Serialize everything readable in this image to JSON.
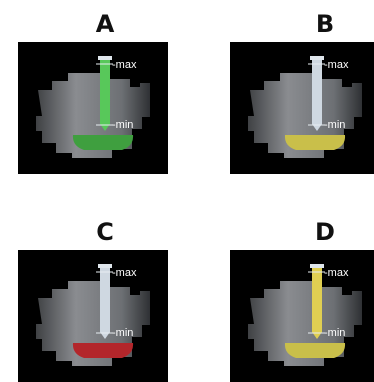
{
  "panels": [
    {
      "letter": "A",
      "dipstick_color": "#58c85a",
      "oil_color": "#3f9f3f",
      "labels": {
        "max": "-max",
        "min": "-min"
      }
    },
    {
      "letter": "B",
      "dipstick_color": "#cfd8e1",
      "oil_color": "#c9bf4a",
      "labels": {
        "max": "-max",
        "min": "-min"
      }
    },
    {
      "letter": "C",
      "dipstick_color": "#cfd8e1",
      "oil_color": "#b3262b",
      "labels": {
        "max": "-max",
        "min": "-min"
      }
    },
    {
      "letter": "D",
      "dipstick_color": "#e0cf52",
      "oil_color": "#c9bf4a",
      "labels": {
        "max": "-max",
        "min": "-min"
      }
    }
  ],
  "colors": {
    "panel_background": "#000000",
    "engine": "#7f8184"
  },
  "icons": {
    "engine": "engine-icon",
    "dipstick": "dipstick-icon"
  }
}
